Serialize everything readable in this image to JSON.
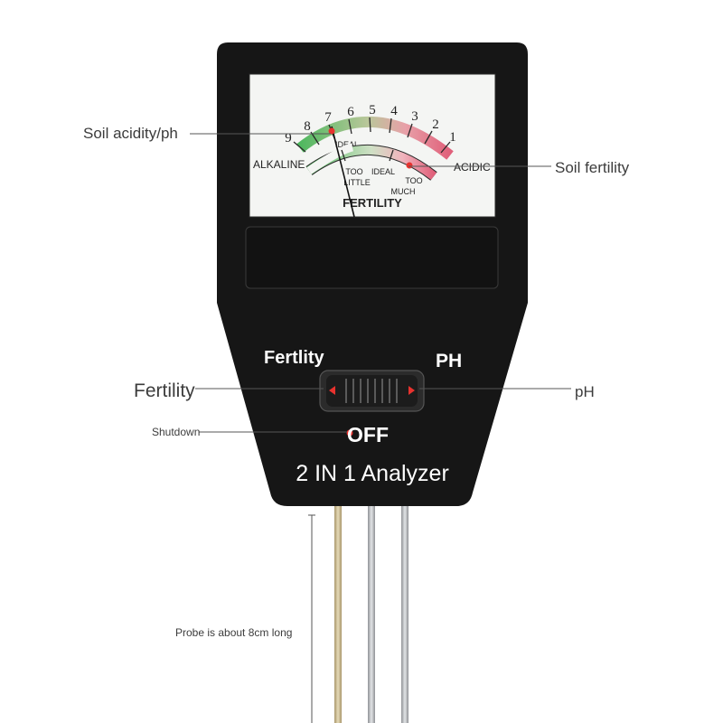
{
  "callouts": {
    "soil_acidity": "Soil acidity/ph",
    "soil_fertility": "Soil fertility",
    "fertility_mode": "Fertility",
    "ph_mode": "pH",
    "shutdown": "Shutdown",
    "probe_length": "Probe is about 8cm long"
  },
  "meter": {
    "ph_scale": [
      "9",
      "8",
      "7",
      "6",
      "5",
      "4",
      "3",
      "2",
      "1"
    ],
    "ph_ideal_label": "IDEAL",
    "alkaline_label": "ALKALINE",
    "acidic_label": "ACIDIC",
    "fertility_too_little_1": "TOO",
    "fertility_too_little_2": "LITTLE",
    "fertility_ideal": "IDEAL",
    "fertility_too_much_1": "TOO",
    "fertility_too_much_2": "MUCH",
    "fertility_title": "FERTILITY",
    "needle_ph_reading": 7
  },
  "device": {
    "switch_left_label": "Fertlity",
    "switch_right_label": "PH",
    "off_label": "OFF",
    "product_name": "2 IN 1 Analyzer"
  },
  "colors": {
    "body": "#161616",
    "dial_face": "#f4f5f3",
    "green_zone": "#5cbf6a",
    "red_zone": "#e0607a",
    "indicator": "#e8322e",
    "probe_gold": "#c8b98f",
    "probe_silver": "#b9bcbf"
  }
}
